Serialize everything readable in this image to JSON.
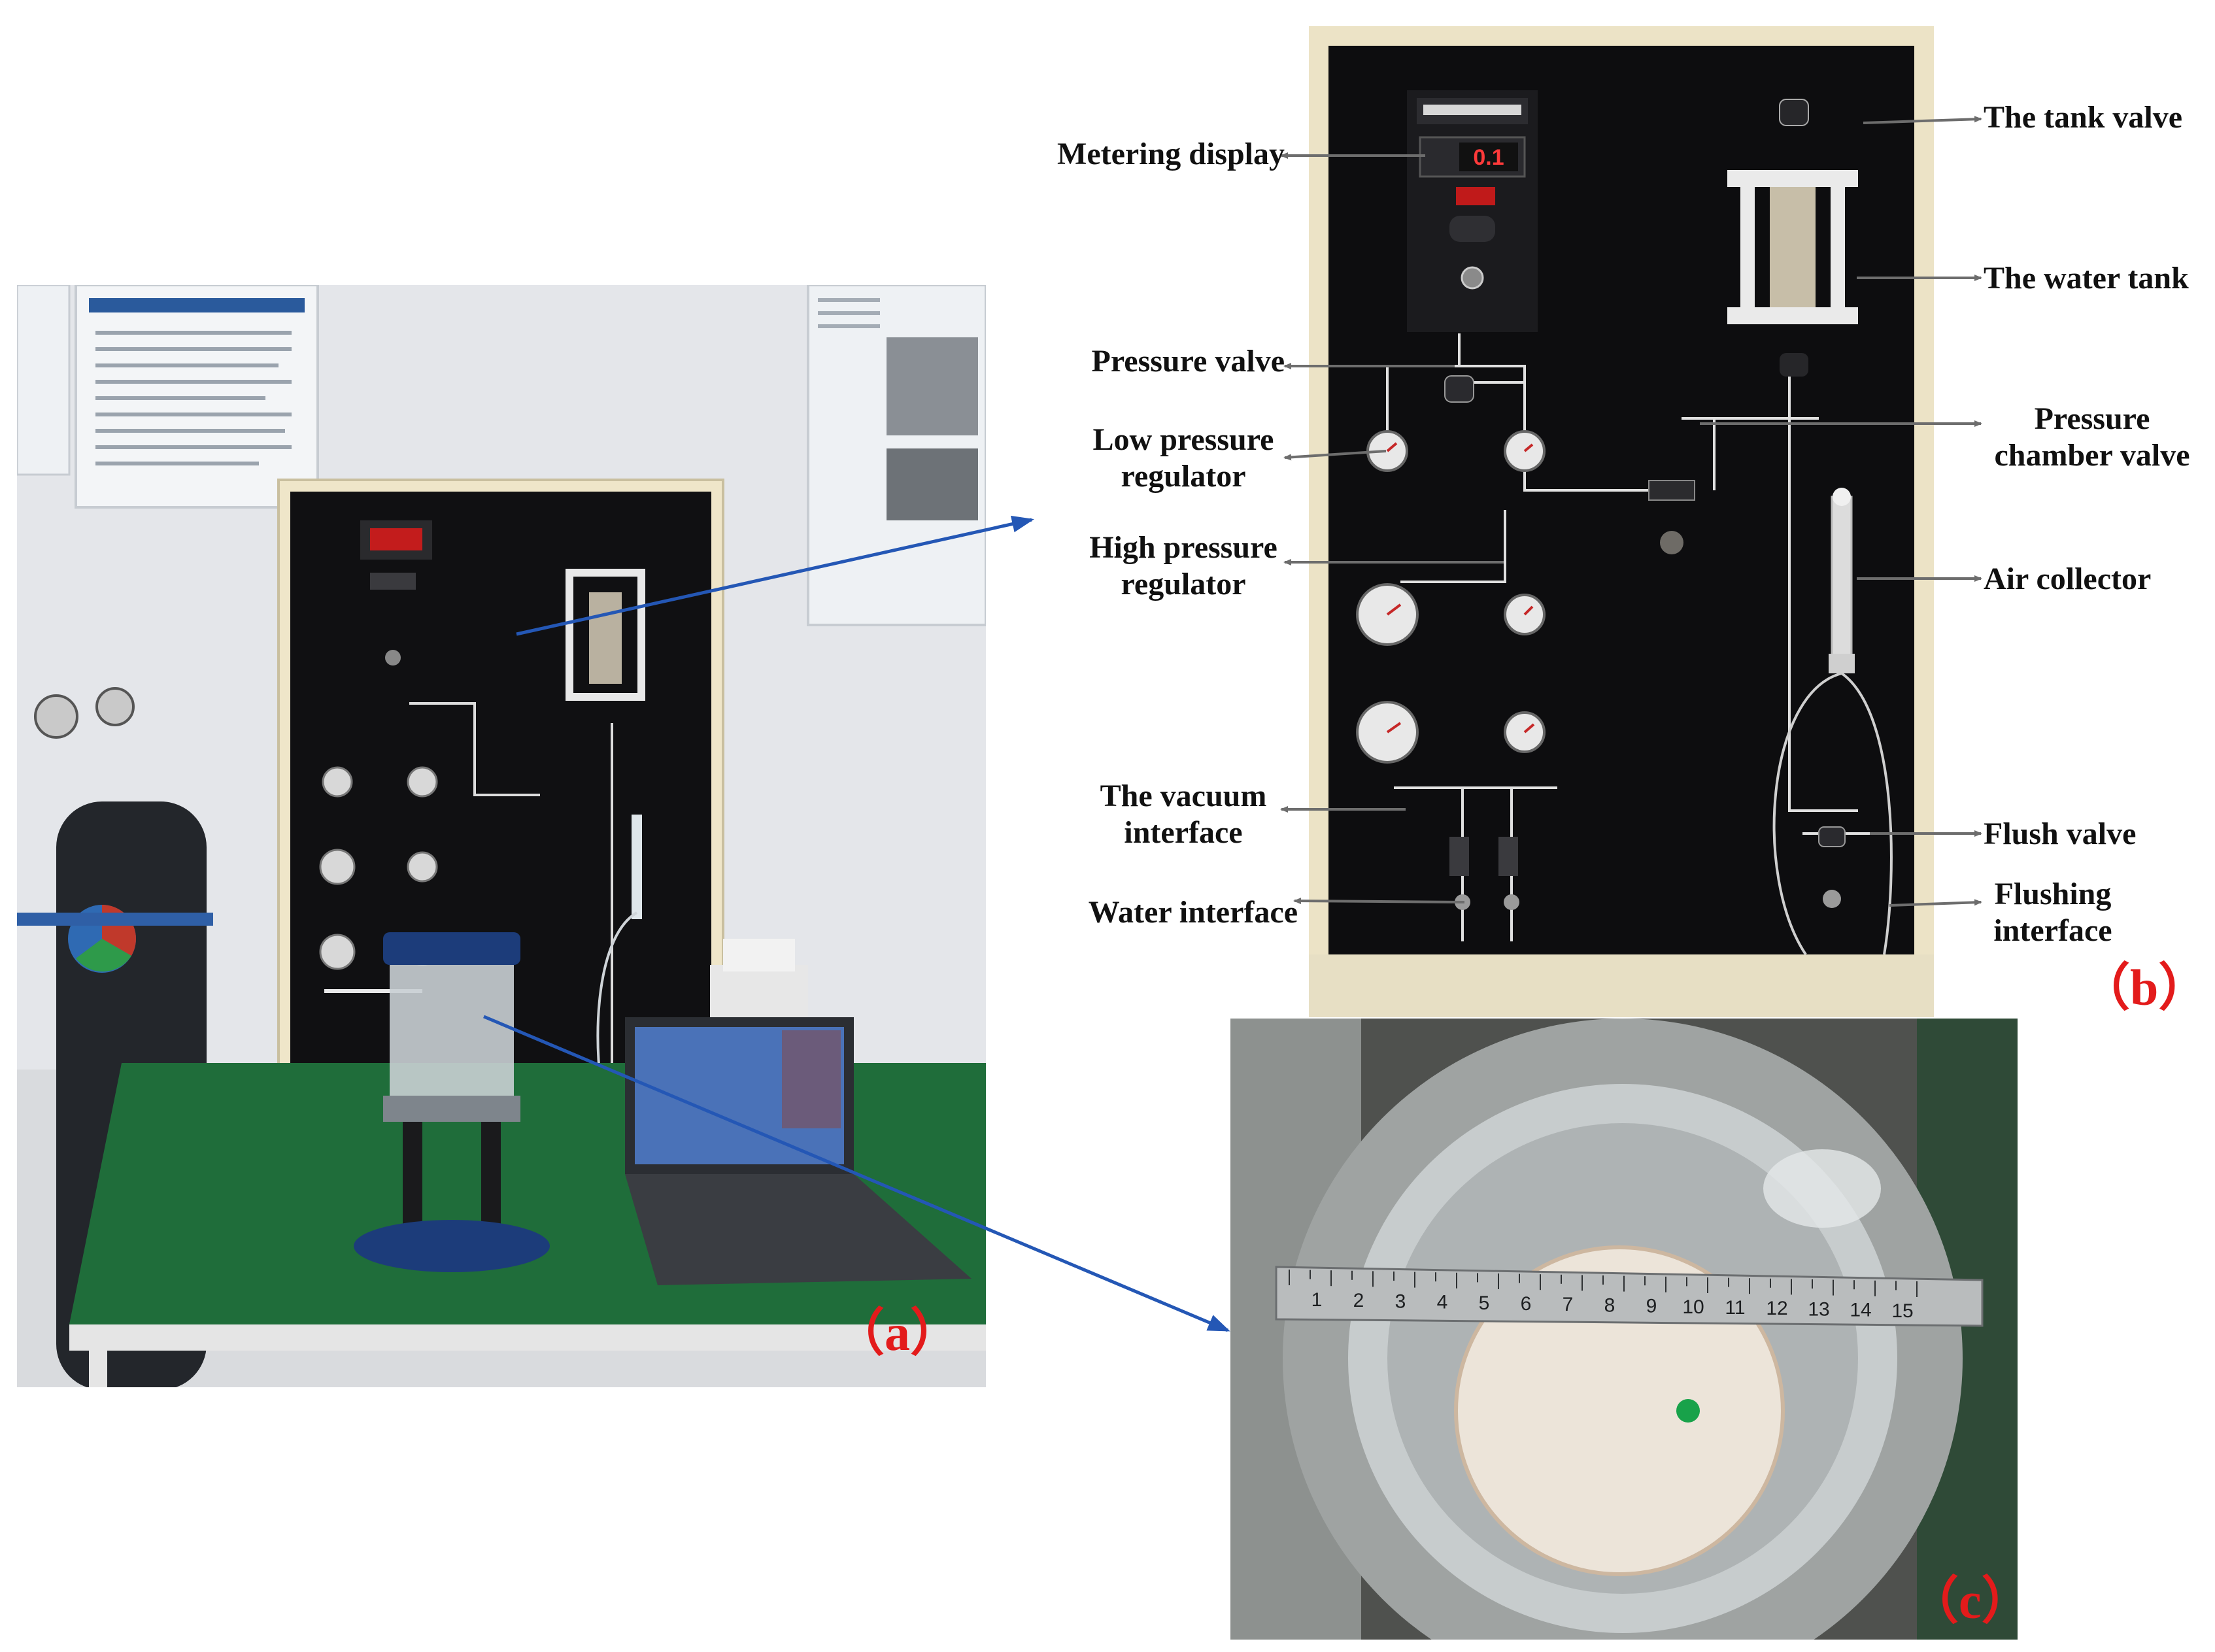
{
  "panels": {
    "a": {
      "tag": "（a）"
    },
    "b": {
      "tag": "（b）"
    },
    "c": {
      "tag": "（c）"
    }
  },
  "panel_b": {
    "display_reading": "0.1",
    "labels": {
      "metering_display": "Metering display",
      "pressure_valve": "Pressure valve",
      "low_pressure_regulator": [
        "Low pressure",
        "regulator"
      ],
      "high_pressure_regulator": [
        "High pressure",
        "regulator"
      ],
      "vacuum_interface": [
        "The vacuum",
        "interface"
      ],
      "water_interface": "Water interface",
      "tank_valve": "The tank valve",
      "water_tank": "The water tank",
      "pressure_chamber_valve": [
        "Pressure",
        "chamber valve"
      ],
      "air_collector": "Air collector",
      "flush_valve": "Flush valve",
      "flushing_interface": [
        "Flushing",
        "interface"
      ]
    }
  },
  "panel_c": {
    "ruler_numbers": [
      "1",
      "2",
      "3",
      "4",
      "5",
      "6",
      "7",
      "8",
      "9",
      "10",
      "11",
      "12",
      "13",
      "14",
      "15"
    ]
  },
  "colors": {
    "tag_red": "#e31b1b",
    "arrow_blue": "#2457b5",
    "panel_black": "#0d0d0f",
    "frame_beige": "#ece3c6"
  }
}
